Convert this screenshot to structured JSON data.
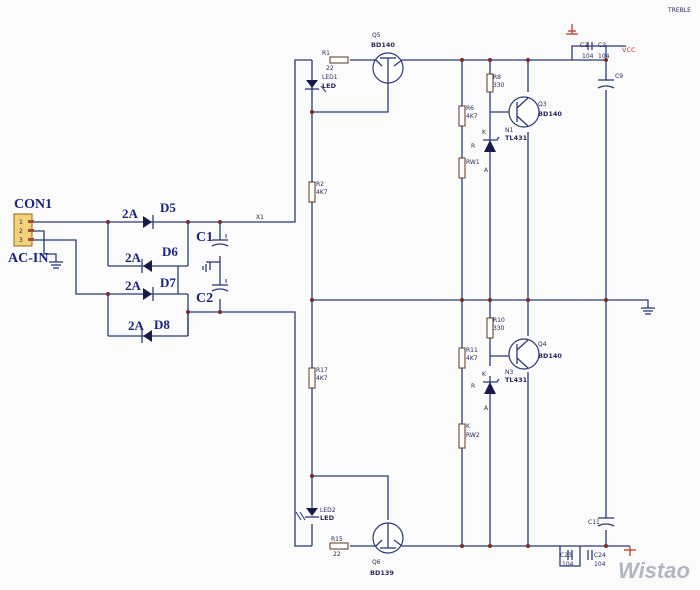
{
  "corner_tag": "TREBLE",
  "logo": "Wistao",
  "connector": {
    "name": "CON1",
    "label": "AC-IN",
    "pins": [
      "1",
      "2",
      "3"
    ]
  },
  "diodes": [
    {
      "ref": "D5",
      "rating": "2A"
    },
    {
      "ref": "D6",
      "rating": "2A"
    },
    {
      "ref": "D7",
      "rating": "2A"
    },
    {
      "ref": "D8",
      "rating": "2A"
    }
  ],
  "capacitors": {
    "c1": "C1",
    "c2": "C2",
    "c2_top": "C2",
    "c2_top_value": "104",
    "c3": "C3",
    "c3_value": "104",
    "c9": "C9",
    "c11": "C11",
    "c23": "C23",
    "c23_value": "104",
    "c24": "C24",
    "c24_value": "104"
  },
  "resistors": {
    "r1": "R1",
    "r1_value": "22",
    "r2": "R2",
    "r2_value": "4K7",
    "r6": "R6",
    "r6_value": "4K7",
    "r8": "R8",
    "r8_value": "330",
    "r10": "R10",
    "r10_value": "330",
    "r11": "R11",
    "r11_value": "4K7",
    "r15": "R15",
    "r15_value": "22",
    "r17": "R17",
    "r17_value": "4K7",
    "vr1": "RW1",
    "vr2": "K",
    "vr2_value": "RW2"
  },
  "transistors": {
    "q5": "Q5",
    "q5_part": "BD140",
    "q3": "Q3",
    "q3_part": "BD140",
    "q4": "Q4",
    "q4_part": "BD140",
    "q6": "Q6",
    "q6_part": "BD139"
  },
  "regulators": {
    "n1": "N1",
    "n1_part": "TL431",
    "n3": "N3",
    "n3_part": "TL431",
    "pin_k": "K",
    "pin_a": "A",
    "pin_r": "R"
  },
  "leds": {
    "led1_ref": "LED1",
    "led1_label": "LED",
    "led2_ref": "LED2",
    "led2_label": "LED"
  },
  "misc": {
    "vcc": "VCC",
    "net_label": "X1"
  }
}
